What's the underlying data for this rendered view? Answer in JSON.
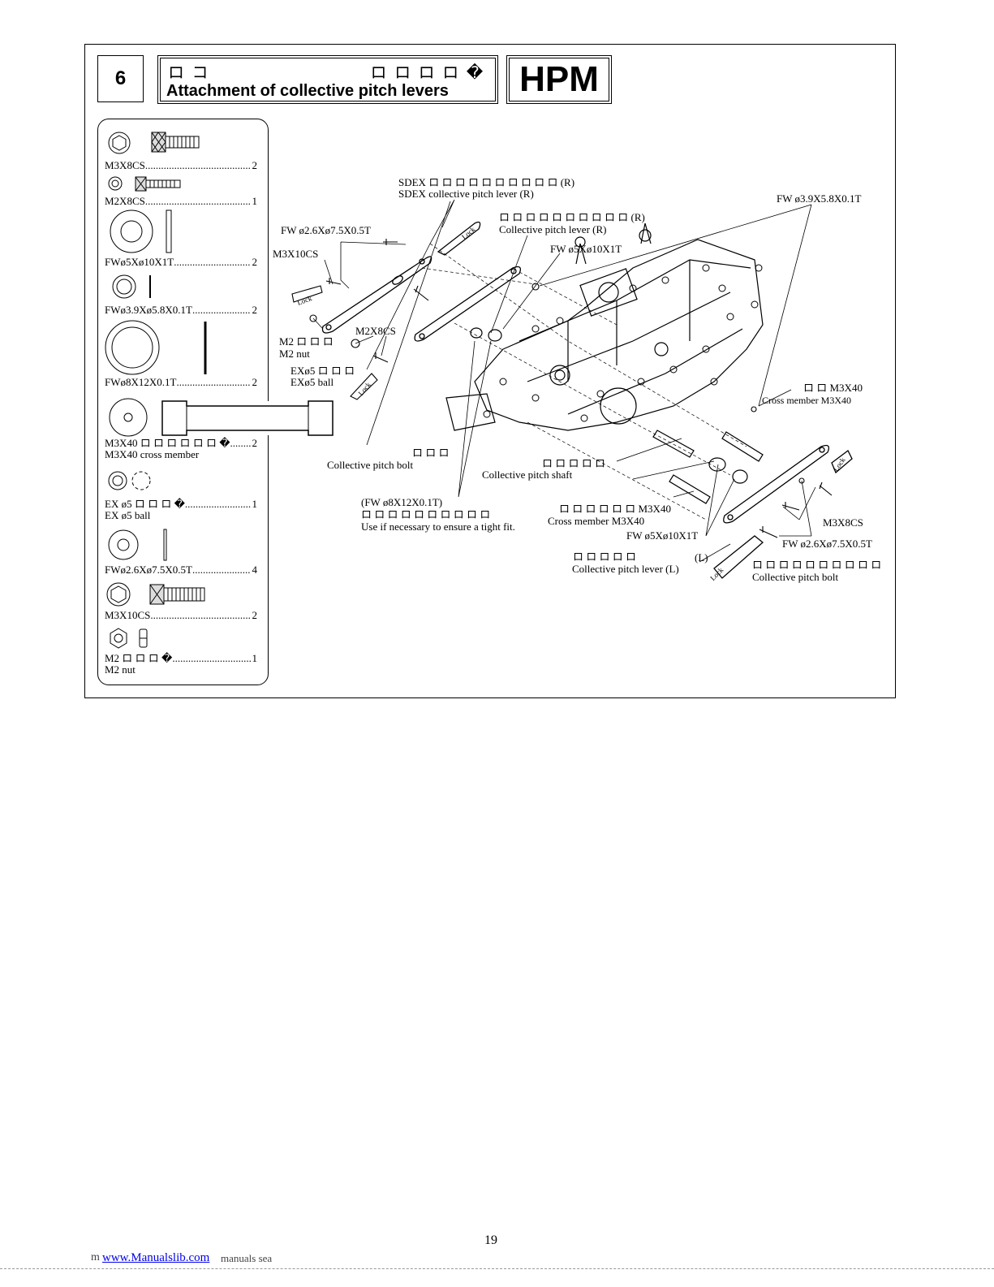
{
  "step": {
    "number": "6"
  },
  "title": {
    "jp": "ロ コ　　　　　　　　　ロ ロ ロ ロ �",
    "en": "Attachment of collective pitch levers"
  },
  "model_badge": "HPM",
  "parts": [
    {
      "name": "M3X8CS",
      "qty": "2"
    },
    {
      "name": "M2X8CS",
      "qty": "1"
    },
    {
      "name": "FWø5Xø10X1T",
      "qty": "2"
    },
    {
      "name": "FWø3.9Xø5.8X0.1T",
      "qty": "2"
    },
    {
      "name": "FWø8X12X0.1T",
      "qty": "2"
    },
    {
      "name": "M3X40 ロ ロ ロ ロ ロ ロ �",
      "sub": "M3X40 cross member",
      "qty": "2"
    },
    {
      "name": "EX ø5 ロ ロ ロ �",
      "sub": "EX ø5 ball",
      "qty": "1"
    },
    {
      "name": "FWø2.6Xø7.5X0.5T",
      "qty": "4"
    },
    {
      "name": "M3X10CS",
      "qty": "2"
    },
    {
      "name": "M2 ロ ロ ロ �",
      "sub": "M2 nut",
      "qty": "1"
    }
  ],
  "callouts": {
    "sdex_jp": "SDEX ロ ロ ロ ロ ロ ロ ロ ロ ロ ロ (R)",
    "sdex_en": "SDEX collective pitch lever (R)",
    "lever_r_jp": "ロ ロ ロ ロ ロ ロ ロ ロ ロ ロ (R)",
    "lever_r_en": "Collective pitch lever (R)",
    "fw39_top": "FW ø3.9X5.8X0.1T",
    "fw26_top": "FW ø2.6Xø7.5X0.5T",
    "m3x10cs": "M3X10CS",
    "fw5_top": "FW ø5Xø10X1T",
    "m2x8cs": "M2X8CS",
    "m2_jp": "M2 ロ ロ ロ",
    "m2_en": "M2 nut",
    "ex5_jp": "EXø5 ロ ロ ロ",
    "ex5_en": "EXø5 ball",
    "cross_top_jp": "ロ ロ M3X40",
    "cross_top_en": "Cross member M3X40",
    "bolt_jp": "ロ ロ ロ",
    "bolt_en": "Collective pitch bolt",
    "shaft_jp": "ロ ロ ロ ロ ロ",
    "shaft_en": "Collective pitch shaft",
    "fw8_note": "(FW ø8X12X0.1T)",
    "fw8_jp": "ロ ロ ロ ロ ロ ロ ロ ロ ロ ロ",
    "fw8_en": "Use if necessary to ensure a tight fit.",
    "cross_bot_jp": "ロ ロ ロ ロ ロ ロ M3X40",
    "cross_bot_en": "Cross member M3X40",
    "m3x8cs": "M3X8CS",
    "fw5_bot": "FW ø5Xø10X1T",
    "fw26_bot": "FW ø2.6Xø7.5X0.5T",
    "lever_l_jp": "ロ ロ ロ ロ ロ",
    "lever_l_suffix": "(L)",
    "lever_l_en": "Collective pitch lever (L)",
    "bolt2_jp": "ロ ロ ロ ロ ロ ロ ロ ロ ロ ロ",
    "bolt2_en": "Collective pitch bolt",
    "lock": "Lock"
  },
  "footer": {
    "page": "19",
    "prefix": "m",
    "link": "www.Manualslib.com",
    "tail": "manuals sea"
  }
}
